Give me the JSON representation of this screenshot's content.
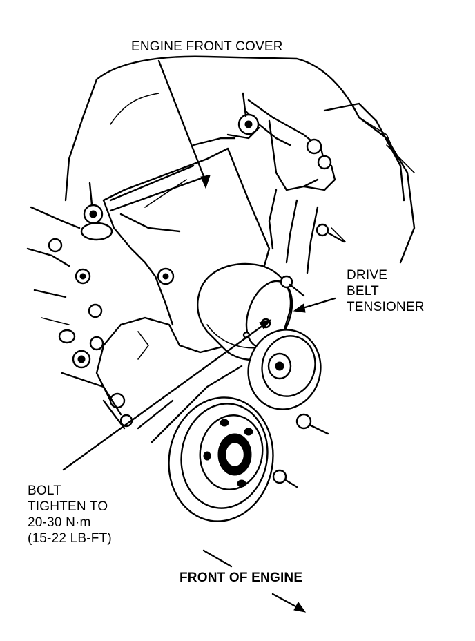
{
  "labels": {
    "engine_front_cover": "ENGINE FRONT COVER",
    "drive_belt_tensioner_line1": "DRIVE",
    "drive_belt_tensioner_line2": "BELT",
    "drive_belt_tensioner_line3": "TENSIONER",
    "bolt_line1": "BOLT",
    "bolt_line2": "TIGHTEN TO",
    "bolt_line3": "20-30 N·m",
    "bolt_line4": "(15-22 LB-FT)",
    "front_of_engine": "FRONT OF ENGINE"
  },
  "colors": {
    "line": "#000000",
    "background": "#ffffff"
  }
}
